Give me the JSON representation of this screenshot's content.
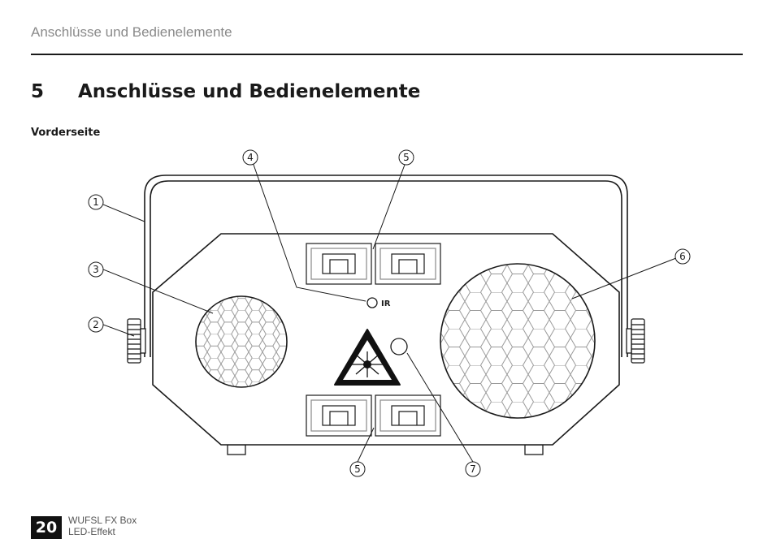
{
  "header": {
    "running_title": "Anschlüsse und Bedienelemente"
  },
  "section": {
    "number": "5",
    "title": "Anschlüsse und Bedienelemente"
  },
  "subsection": {
    "title": "Vorderseite"
  },
  "figure": {
    "callouts": [
      "1",
      "2",
      "3",
      "4",
      "5",
      "5",
      "6",
      "7"
    ],
    "ir_label": "IR"
  },
  "footer": {
    "page_number": "20",
    "product_line1": "WUFSL FX Box",
    "product_line2": "LED-Effekt"
  }
}
